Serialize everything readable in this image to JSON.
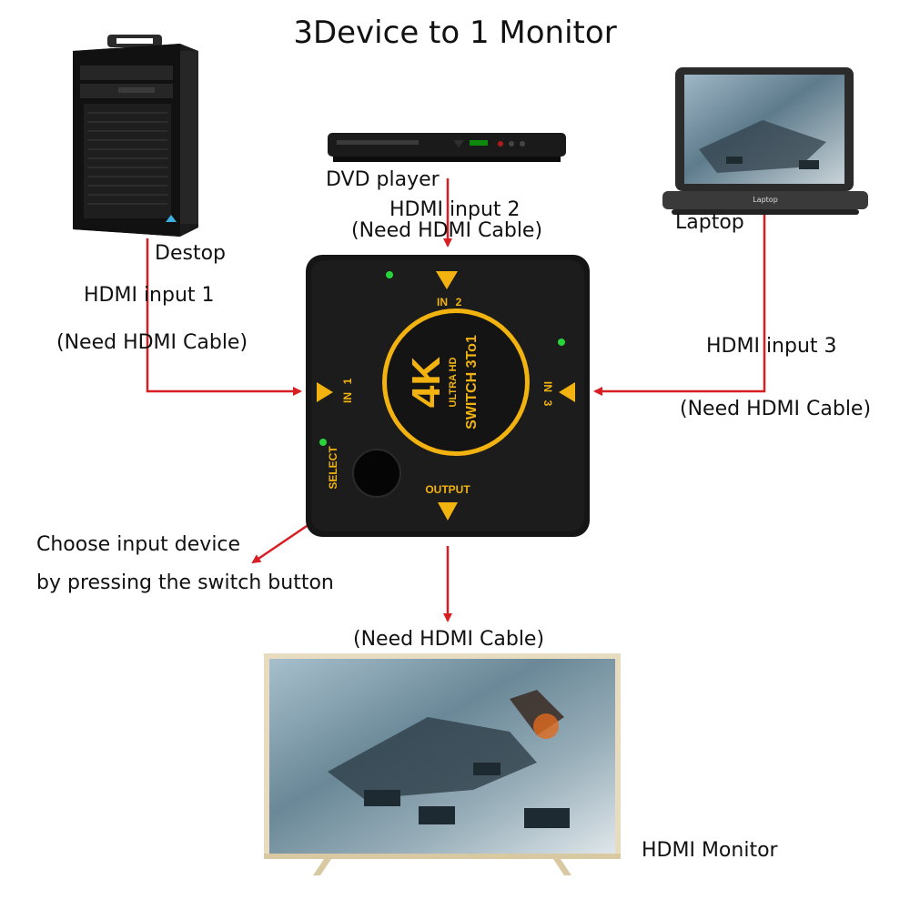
{
  "title": "3Device to 1 Monitor",
  "devices": {
    "desktop": {
      "label": "Destop",
      "input_label": "HDMI input 1",
      "cable_label": "(Need HDMI Cable)"
    },
    "dvd": {
      "label": "DVD player",
      "input_label": "HDMI input 2",
      "cable_label": "(Need HDMI Cable)"
    },
    "laptop": {
      "label": "Laptop",
      "input_label": "HDMI input 3",
      "cable_label": "(Need HDMI Cable)",
      "screen_text": "Laptop"
    },
    "monitor": {
      "label": "HDMI Monitor",
      "cable_label": "(Need HDMI Cable)"
    }
  },
  "switch": {
    "in1": "IN",
    "in1_num": "1",
    "in2": "IN",
    "in2_num": "2",
    "in3": "IN",
    "in3_num": "3",
    "output": "OUTPUT",
    "select": "SELECT",
    "logo_big": "4K",
    "logo_small": "ULTRA HD",
    "logo_sub": "SWITCH 3To1"
  },
  "select_hint": {
    "line1": "Choose input device",
    "line2": "by pressing the switch button"
  },
  "colors": {
    "arrow": "#d81e22",
    "box": "#151515",
    "gold": "#f2b311",
    "led": "#29d43a"
  }
}
